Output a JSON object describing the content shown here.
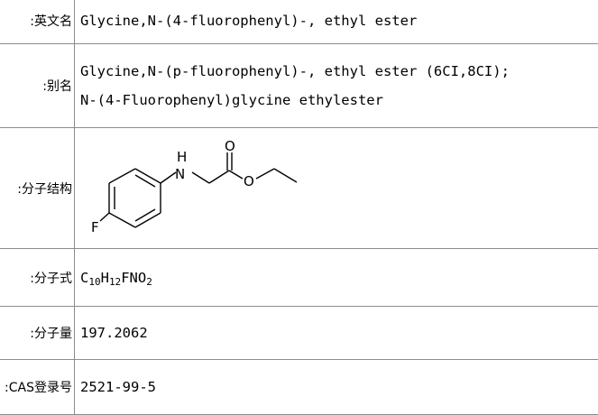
{
  "rows": {
    "english_name": {
      "label": "英文名:",
      "value": "Glycine,N-(4-fluorophenyl)-, ethyl ester"
    },
    "alias": {
      "label": "别名:",
      "values": [
        "Glycine,N-(p-fluorophenyl)-, ethyl ester (6CI,8CI);",
        "N-(4-Fluorophenyl)glycine ethylester"
      ]
    },
    "structure": {
      "label": "分子结构:",
      "atoms": {
        "nitrogen": "N",
        "hydrogen": "H",
        "oxygen_carbonyl": "O",
        "oxygen_ester": "O",
        "fluorine": "F"
      }
    },
    "formula": {
      "label": "分子式:",
      "parts": {
        "c": "C",
        "c_n": "10",
        "h": "H",
        "h_n": "12",
        "fno": "FNO",
        "o_n": "2"
      }
    },
    "weight": {
      "label": "分子量:",
      "value": "197.2062"
    },
    "cas": {
      "label": "CAS登录号:",
      "value": "2521-99-5"
    }
  }
}
